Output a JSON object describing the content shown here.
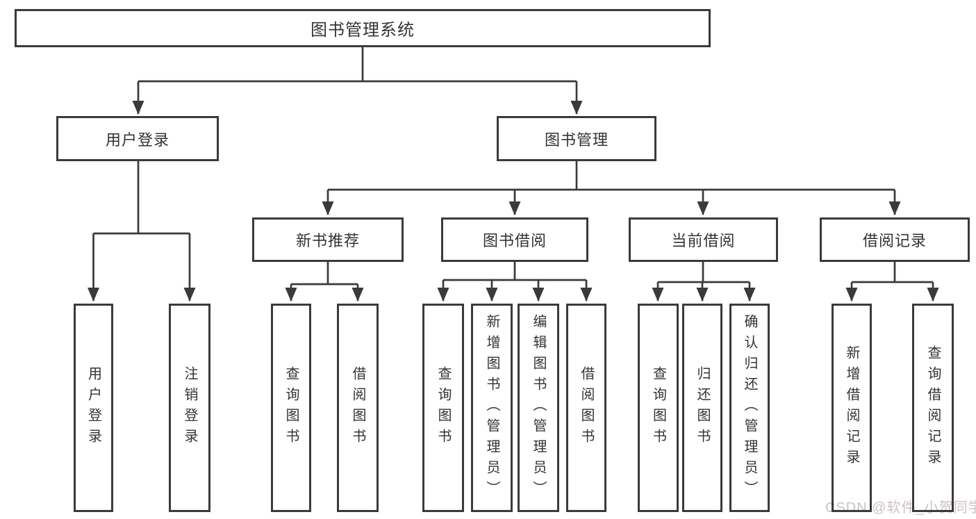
{
  "diagram_title": "图书管理系统",
  "colors": {
    "line": "#3a3a3a",
    "text": "#333333",
    "background": "#ffffff",
    "watermark": "#cbc2c2"
  },
  "nodes": {
    "root": {
      "label": "图书管理系统"
    },
    "user_login": {
      "label": "用户登录",
      "children": {
        "login": {
          "label": "用户登录"
        },
        "logout": {
          "label": "注销登录"
        }
      }
    },
    "book_management": {
      "label": "图书管理",
      "children": {
        "new_book_recommend": {
          "label": "新书推荐",
          "children": {
            "query_books": {
              "label": "查询图书"
            },
            "borrow_books": {
              "label": "借阅图书"
            }
          }
        },
        "book_borrowing": {
          "label": "图书借阅",
          "children": {
            "query_books": {
              "label": "查询图书"
            },
            "add_books": {
              "label": "新增图书（管理员）"
            },
            "edit_books": {
              "label": "编辑图书（管理员）"
            },
            "borrow_books": {
              "label": "借阅图书"
            }
          }
        },
        "current_borrowing": {
          "label": "当前借阅",
          "children": {
            "query_books": {
              "label": "查询图书"
            },
            "return_books": {
              "label": "归还图书"
            },
            "confirm_return": {
              "label": "确认归还（管理员）"
            }
          }
        },
        "borrowing_records": {
          "label": "借阅记录",
          "children": {
            "add_record": {
              "label": "新增借阅记录"
            },
            "query_record": {
              "label": "查询借阅记录"
            }
          }
        }
      }
    }
  },
  "watermark": {
    "text": "CSDN @软件_小贺同学"
  }
}
